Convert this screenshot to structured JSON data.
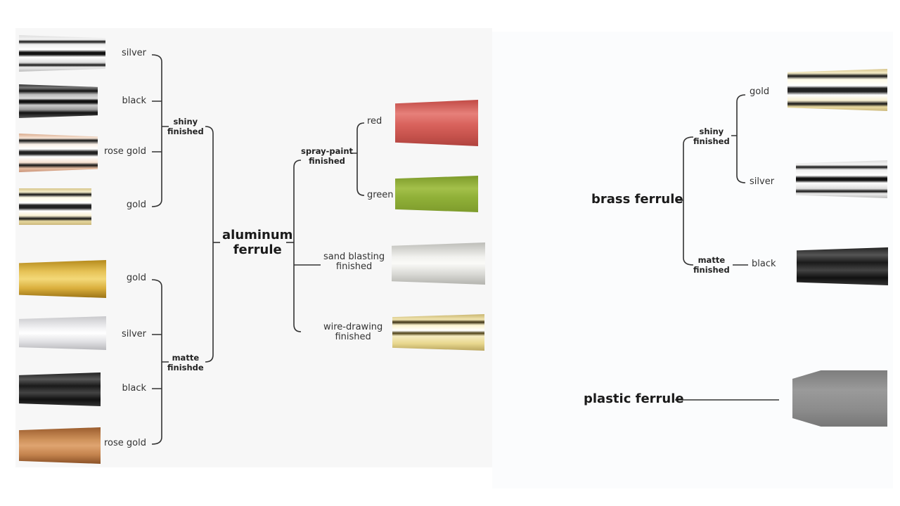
{
  "aluminum": {
    "title": "aluminum\nferrule",
    "shiny": {
      "label": "shiny\nfinished",
      "items": [
        "silver",
        "black",
        "rose gold",
        "gold"
      ]
    },
    "matte": {
      "label": "matte\nfinishde",
      "items": [
        "gold",
        "silver",
        "black",
        "rose gold"
      ]
    },
    "spray": {
      "label": "spray-paint\nfinished",
      "items": [
        "red",
        "green"
      ]
    },
    "sand": {
      "label": "sand blasting\nfinished"
    },
    "wire": {
      "label": "wire-drawing\nfinished"
    }
  },
  "brass": {
    "title": "brass ferrule",
    "shiny": {
      "label": "shiny\nfinished",
      "items": [
        "gold",
        "silver"
      ]
    },
    "matte": {
      "label": "matte\nfinished",
      "items": [
        "black"
      ]
    }
  },
  "plastic": {
    "title": "plastic ferrule"
  },
  "colors": {
    "line": "#333333",
    "left_bg": "#f7f7f7",
    "right_bg": "#fbfcfd"
  }
}
